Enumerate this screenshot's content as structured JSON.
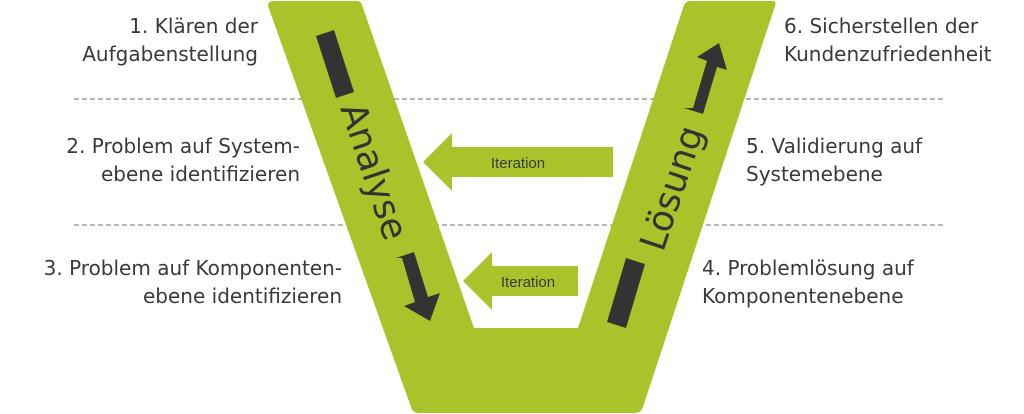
{
  "colors": {
    "accent": "#a9c42b",
    "dark": "#333333",
    "text": "#3a3a3a",
    "divider": "#8a8a8a"
  },
  "diagram": {
    "type": "V-Modell",
    "left_branch_label": "Analyse",
    "right_branch_label": "Lösung",
    "left_branch_direction": "down",
    "right_branch_direction": "up",
    "iterations": [
      {
        "label": "Iteration",
        "direction": "left",
        "level": "system"
      },
      {
        "label": "Iteration",
        "direction": "left",
        "level": "component"
      }
    ],
    "steps_left": [
      {
        "number": "1.",
        "lines": [
          "1. Klären der",
          "Aufgabenstellung"
        ]
      },
      {
        "number": "2.",
        "lines": [
          "2. Problem auf System-",
          "ebene identifizieren"
        ]
      },
      {
        "number": "3.",
        "lines": [
          "3. Problem auf Komponenten-",
          "ebene identifizieren"
        ]
      }
    ],
    "steps_right": [
      {
        "number": "6.",
        "lines": [
          "6. Sicherstellen der",
          "Kundenzufriedenheit"
        ]
      },
      {
        "number": "5.",
        "lines": [
          "5. Validierung auf",
          "Systemebene"
        ]
      },
      {
        "number": "4.",
        "lines": [
          "4. Problemlösung auf",
          "Komponentenebene"
        ]
      }
    ]
  }
}
